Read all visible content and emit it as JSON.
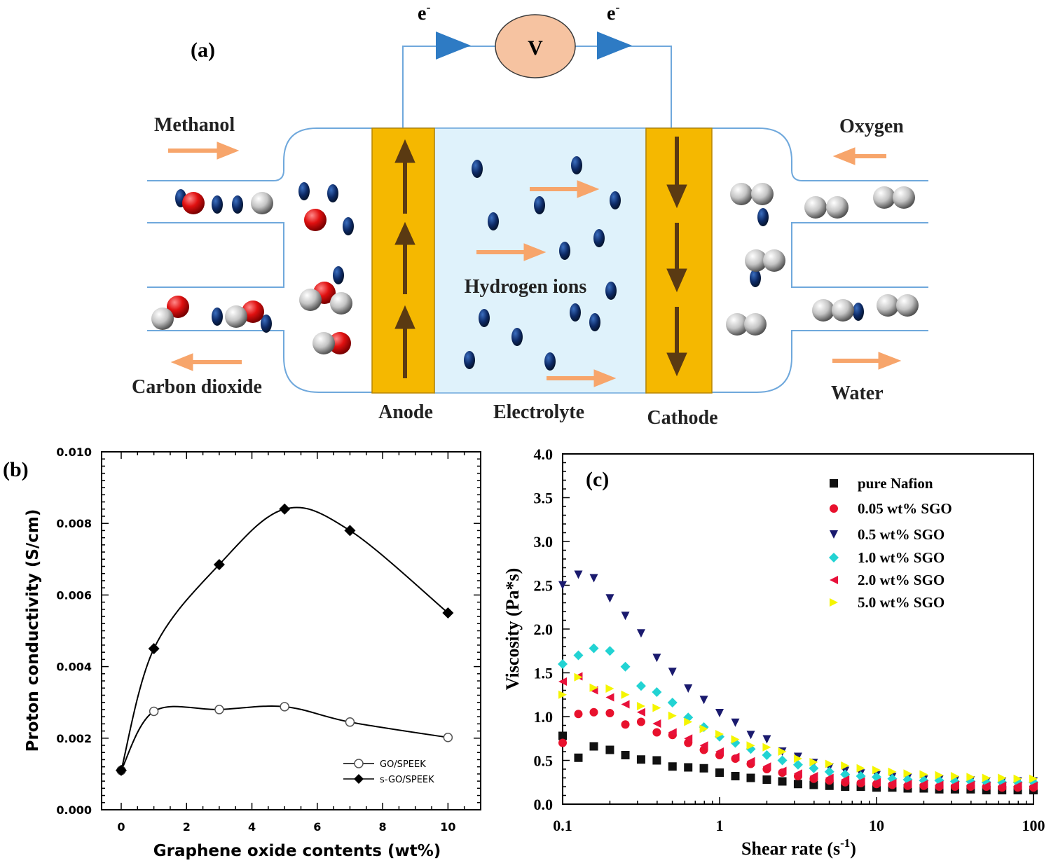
{
  "diagram": {
    "panel_label": "(a)",
    "electron_left": "e",
    "electron_right": "e",
    "electron_sup": "-",
    "voltmeter": "V",
    "inlet_left": "Methanol",
    "outlet_left": "Carbon dioxide",
    "inlet_right": "Oxygen",
    "outlet_right": "Water",
    "anode": "Anode",
    "electrolyte": "Electrolyte",
    "cathode": "Cathode",
    "ions": "Hydrogen ions",
    "colors": {
      "electrode": "#f5b800",
      "electrolyte": "#dff2fb",
      "ion": "#0d2a66",
      "oxygen_atom": "#d01818",
      "gray_atom": "#b9b9b9",
      "flow_arrow": "#f7a56b",
      "circuit": "#6fa8dc",
      "electron_arrow": "#2e7bc4",
      "voltmeter_fill": "#f6c3a1"
    }
  },
  "chart_data": [
    {
      "type": "line",
      "panel_label": "(b)",
      "xlabel": "Graphene oxide contents (wt%)",
      "ylabel": "Proton conductivity (S/cm)",
      "xlim": [
        -0.6,
        11.0
      ],
      "ylim": [
        0.0,
        0.01
      ],
      "xticks": [
        "0",
        "2",
        "4",
        "6",
        "8",
        "10"
      ],
      "yticks": [
        "0.000",
        "0.002",
        "0.004",
        "0.006",
        "0.008",
        "0.010"
      ],
      "legend_position": "bottom-right",
      "series": [
        {
          "name": "GO/SPEEK",
          "marker": "open-circle",
          "x": [
            0,
            1,
            3,
            5,
            7,
            10
          ],
          "y": [
            0.0011,
            0.00275,
            0.0028,
            0.00288,
            0.00245,
            0.00202
          ]
        },
        {
          "name": "s-GO/SPEEK",
          "marker": "filled-diamond",
          "x": [
            0,
            1,
            3,
            5,
            7,
            10
          ],
          "y": [
            0.0011,
            0.0045,
            0.00685,
            0.0084,
            0.0078,
            0.0055
          ]
        }
      ]
    },
    {
      "type": "scatter",
      "panel_label": "(c)",
      "xlabel": "Shear rate (s",
      "xlabel_sup": "-1",
      "xlabel_end": ")",
      "ylabel": "Viscosity (Pa*s)",
      "xscale": "log",
      "xlim": [
        0.1,
        100
      ],
      "ylim": [
        0.0,
        4.0
      ],
      "xticks": [
        "0.1",
        "1",
        "10",
        "100"
      ],
      "yticks": [
        "0.0",
        "0.5",
        "1.0",
        "1.5",
        "2.0",
        "2.5",
        "3.0",
        "3.5",
        "4.0"
      ],
      "legend_position": "top-right",
      "x": [
        0.1,
        0.126,
        0.158,
        0.2,
        0.251,
        0.316,
        0.398,
        0.501,
        0.631,
        0.794,
        1.0,
        1.26,
        1.58,
        2.0,
        2.51,
        3.16,
        3.98,
        5.01,
        6.31,
        7.94,
        10.0,
        12.6,
        15.8,
        20.0,
        25.1,
        31.6,
        39.8,
        50.1,
        63.1,
        79.4,
        100.0
      ],
      "series": [
        {
          "name": "pure Nafion",
          "marker": "square",
          "color": "#111111",
          "y": [
            0.78,
            0.53,
            0.66,
            0.62,
            0.56,
            0.51,
            0.5,
            0.43,
            0.42,
            0.41,
            0.36,
            0.32,
            0.3,
            0.28,
            0.26,
            0.23,
            0.22,
            0.21,
            0.2,
            0.2,
            0.19,
            0.19,
            0.18,
            0.18,
            0.17,
            0.17,
            0.17,
            0.16,
            0.16,
            0.16,
            0.16
          ]
        },
        {
          "name": "0.05 wt% SGO",
          "marker": "circle",
          "color": "#e8112d",
          "y": [
            0.7,
            1.03,
            1.05,
            1.04,
            0.91,
            0.94,
            0.82,
            0.79,
            0.7,
            0.62,
            0.56,
            0.52,
            0.46,
            0.4,
            0.36,
            0.32,
            0.29,
            0.27,
            0.25,
            0.24,
            0.23,
            0.22,
            0.21,
            0.21,
            0.2,
            0.2,
            0.2,
            0.2,
            0.19,
            0.19,
            0.19
          ]
        },
        {
          "name": "0.5 wt% SGO",
          "marker": "triangle-down",
          "color": "#1a1a6e",
          "y": [
            2.5,
            2.62,
            2.58,
            2.35,
            2.15,
            1.95,
            1.67,
            1.51,
            1.32,
            1.19,
            1.04,
            0.93,
            0.79,
            0.74,
            0.6,
            0.54,
            0.47,
            0.42,
            0.38,
            0.35,
            0.33,
            0.31,
            0.3,
            0.28,
            0.28,
            0.27,
            0.27,
            0.26,
            0.26,
            0.26,
            0.26
          ]
        },
        {
          "name": "1.0 wt% SGO",
          "marker": "diamond",
          "color": "#22d3d3",
          "y": [
            1.6,
            1.7,
            1.78,
            1.75,
            1.57,
            1.35,
            1.28,
            1.16,
            0.99,
            0.88,
            0.77,
            0.7,
            0.63,
            0.56,
            0.5,
            0.45,
            0.41,
            0.37,
            0.34,
            0.32,
            0.31,
            0.29,
            0.28,
            0.27,
            0.27,
            0.26,
            0.26,
            0.25,
            0.25,
            0.25,
            0.25
          ]
        },
        {
          "name": "2.0 wt% SGO",
          "marker": "triangle-left",
          "color": "#e8113a",
          "y": [
            1.4,
            1.46,
            1.3,
            1.22,
            1.14,
            1.05,
            0.92,
            0.82,
            0.75,
            0.67,
            0.6,
            0.54,
            0.49,
            0.43,
            0.38,
            0.35,
            0.32,
            0.3,
            0.28,
            0.26,
            0.25,
            0.24,
            0.23,
            0.23,
            0.22,
            0.22,
            0.22,
            0.21,
            0.21,
            0.21,
            0.21
          ]
        },
        {
          "name": "5.0 wt% SGO",
          "marker": "triangle-right",
          "color": "#f5f500",
          "y": [
            1.25,
            1.45,
            1.33,
            1.32,
            1.25,
            1.12,
            1.1,
            1.01,
            0.94,
            0.86,
            0.8,
            0.74,
            0.67,
            0.65,
            0.6,
            0.52,
            0.48,
            0.46,
            0.44,
            0.41,
            0.39,
            0.37,
            0.35,
            0.34,
            0.33,
            0.32,
            0.31,
            0.3,
            0.3,
            0.29,
            0.29
          ]
        }
      ]
    }
  ]
}
